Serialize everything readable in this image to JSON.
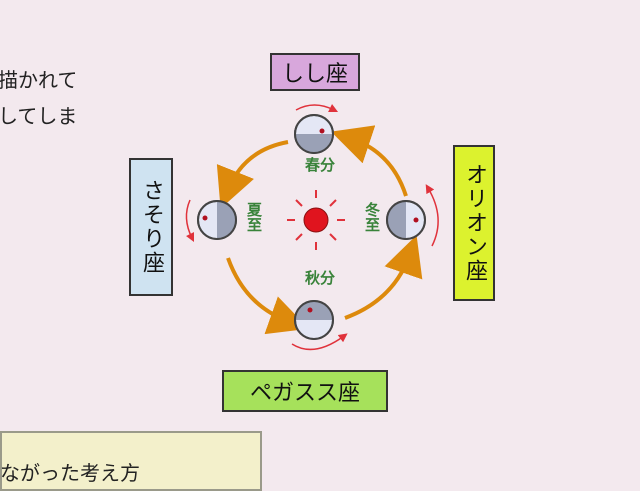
{
  "slide": {
    "text_line_1": "描かれて",
    "text_line_2": "してしま",
    "bottom_box_text": "ながった考え方"
  },
  "constellations": {
    "top": "しし座",
    "bottom": "ペガスス座",
    "left": "さそり座",
    "right": "オリオン座"
  },
  "seasons": {
    "spring": "春分",
    "summer": "夏至",
    "autumn": "秋分",
    "winter": "冬至"
  },
  "colors": {
    "background": "#f3e9ee",
    "orbit_arrow": "#dd8a0c",
    "rotation_arrow": "#e0323b",
    "sun": "#e0141e",
    "earth_light": "#e4e7f5",
    "earth_dark": "#9aa1b6",
    "season_text": "#39833a"
  }
}
